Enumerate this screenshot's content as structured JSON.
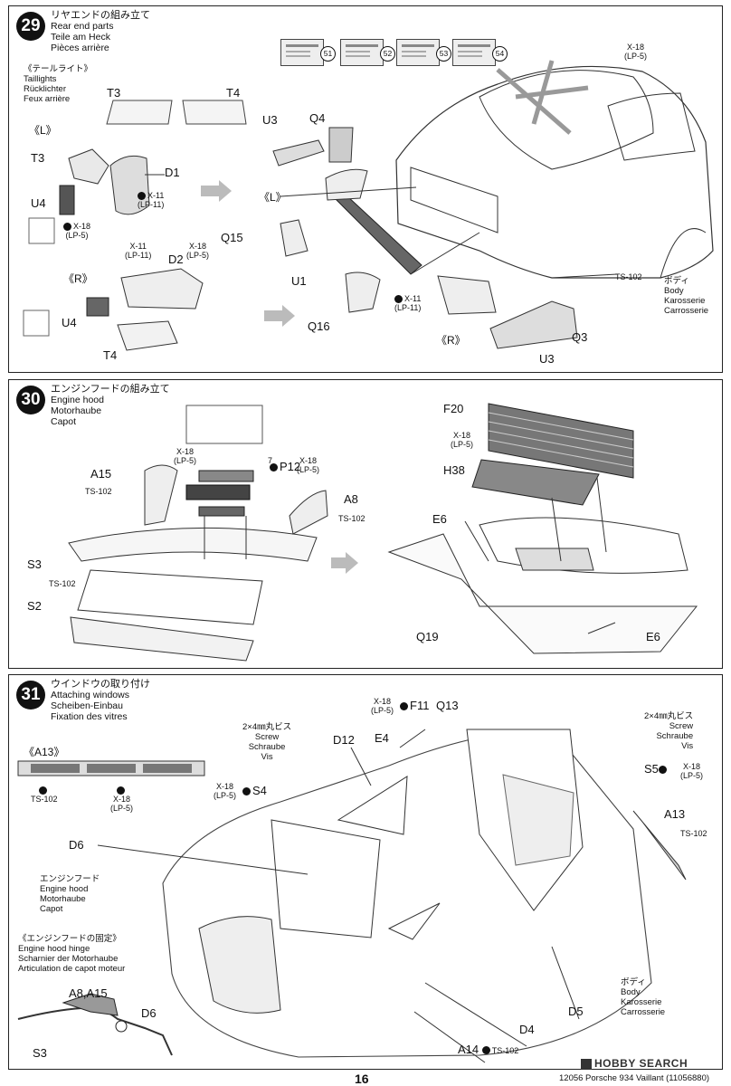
{
  "steps": {
    "s29": {
      "num": "29",
      "title_jp": "リヤエンドの組み立て",
      "title_en": "Rear end parts",
      "title_de": "Teile am Heck",
      "title_fr": "Pièces arrière",
      "sub_jp": "《テールライト》",
      "sub_en": "Taillights",
      "sub_de": "Rücklichter",
      "sub_fr": "Feux arrière",
      "labels": {
        "t3": "T3",
        "t4": "T4",
        "left": "《L》",
        "right": "《R》",
        "d1": "D1",
        "d2": "D2",
        "u4": "U4",
        "u3": "U3",
        "q4": "Q4",
        "q15": "Q15",
        "q16": "Q16",
        "u1": "U1",
        "q3": "Q3"
      },
      "paints": {
        "x11": "X-11",
        "lp11": "(LP-11)",
        "x18": "X-18",
        "lp5": "(LP-5)",
        "ts102": "TS-102"
      },
      "decals": [
        "51",
        "52",
        "53",
        "54"
      ],
      "body_jp": "ボディ",
      "body_en": "Body",
      "body_de": "Karosserie",
      "body_fr": "Carrosserie"
    },
    "s30": {
      "num": "30",
      "title_jp": "エンジンフードの組み立て",
      "title_en": "Engine hood",
      "title_de": "Motorhaube",
      "title_fr": "Capot",
      "labels": {
        "p12": "P12",
        "a15": "A15",
        "a8": "A8",
        "s3": "S3",
        "s2": "S2",
        "f20": "F20",
        "h38": "H38",
        "e6": "E6",
        "q19": "Q19",
        "seven": "7"
      }
    },
    "s31": {
      "num": "31",
      "title_jp": "ウインドウの取り付け",
      "title_en": "Attaching windows",
      "title_de": "Scheiben-Einbau",
      "title_fr": "Fixation des vitres",
      "labels": {
        "a13_title": "《A13》",
        "f11": "F11",
        "q13": "Q13",
        "e4": "E4",
        "d12": "D12",
        "s4": "S4",
        "s5": "S5",
        "a13": "A13",
        "d6": "D6",
        "d5": "D5",
        "d4": "D4",
        "a14": "A14",
        "a8a15": "A8,A15",
        "s3": "S3"
      },
      "screw": {
        "jp": "2×4㎜丸ビス",
        "en": "Screw",
        "de": "Schraube",
        "fr": "Vis"
      },
      "hood": {
        "jp": "エンジンフード",
        "en": "Engine hood",
        "de": "Motorhaube",
        "fr": "Capot"
      },
      "hinge": {
        "jp": "《エンジンフードの固定》",
        "en": "Engine hood hinge",
        "de": "Scharnier der Motorhaube",
        "fr": "Articulation de capot moteur"
      },
      "body_jp": "ボディ",
      "body_en": "Body",
      "body_de": "Karosserie",
      "body_fr": "Carrosserie"
    }
  },
  "footer": {
    "page_number": "16",
    "code": "12056 Porsche 934 Vaillant (11056880)"
  },
  "watermark": "HOBBY SEARCH"
}
